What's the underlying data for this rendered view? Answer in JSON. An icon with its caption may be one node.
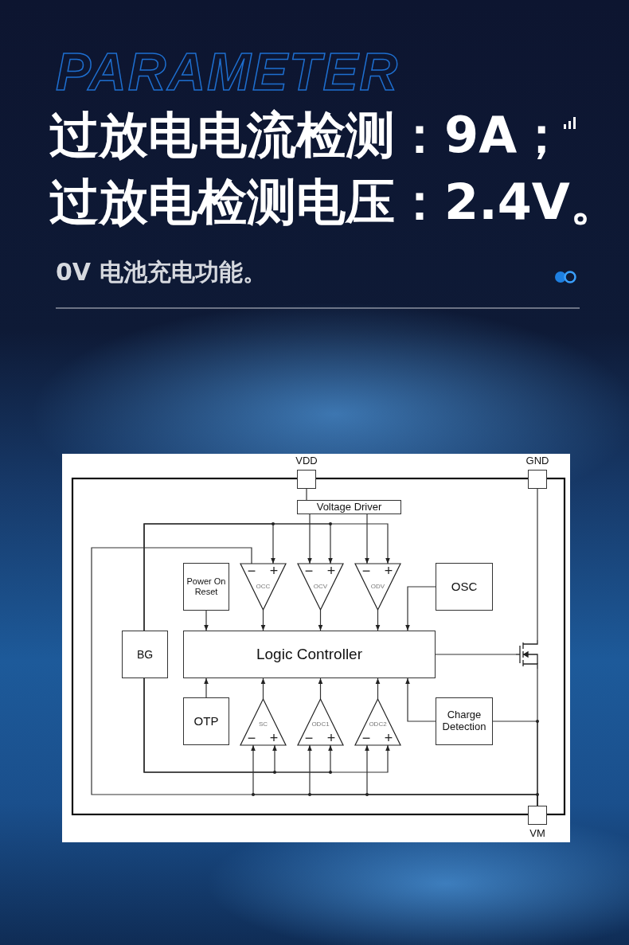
{
  "diagram": {
    "title": "过放电电流检测：9A；过放电检测电压：2.4V。",
    "nodes": [
      {
        "text": [],
        "shape": "box",
        "beside": [
          "VDD"
        ]
      },
      {
        "text": [],
        "shape": "box",
        "beside": [
          "GND"
        ]
      },
      {
        "text": [
          "Voltage Driver"
        ]
      },
      {
        "text": [
          "Power On Reset"
        ]
      },
      {
        "text": [
          "−",
          "+",
          "OCC"
        ]
      },
      {
        "text": [
          "−",
          "+",
          "OCV"
        ]
      },
      {
        "text": [
          "−",
          "+",
          "ODV"
        ]
      },
      {
        "text": [
          "OSC"
        ]
      },
      {
        "text": [
          "BG"
        ]
      },
      {
        "text": [
          "Logic Controller"
        ]
      },
      {
        "text": [],
        "shape": "picture"
      },
      {
        "text": [
          "OTP"
        ]
      },
      {
        "text": [
          "SC",
          "−",
          "+"
        ]
      },
      {
        "text": [
          "ODC1",
          "−",
          "+"
        ]
      },
      {
        "text": [
          "ODC2",
          "−",
          "+"
        ]
      },
      {
        "text": [
          "Charge Detection"
        ]
      },
      {
        "text": [],
        "shape": "box",
        "beside": [
          "VM"
        ]
      }
    ],
    "edges": [
      {
        "from": 0,
        "to": 2,
        "arrow": "none"
      },
      {
        "from": 2,
        "to": 5,
        "arrow": "to"
      },
      {
        "from": 2,
        "to": 6,
        "arrow": "to"
      },
      {
        "from": 8,
        "to": 4,
        "arrow": "to"
      },
      {
        "from": 8,
        "to": 5,
        "arrow": "to"
      },
      {
        "from": 8,
        "to": 6,
        "arrow": "to"
      },
      {
        "from": 16,
        "to": 4,
        "arrow": "none"
      },
      {
        "from": 16,
        "to": 12,
        "arrow": "to"
      },
      {
        "from": 16,
        "to": 13,
        "arrow": "to"
      },
      {
        "from": 16,
        "to": 14,
        "arrow": "to"
      },
      {
        "from": 8,
        "to": 12,
        "arrow": "to"
      },
      {
        "from": 8,
        "to": 13,
        "arrow": "to"
      },
      {
        "from": 8,
        "to": 14,
        "arrow": "to"
      },
      {
        "from": 3,
        "to": 9,
        "arrow": "to"
      },
      {
        "from": 4,
        "to": 9,
        "arrow": "to"
      },
      {
        "from": 5,
        "to": 9,
        "arrow": "to"
      },
      {
        "from": 6,
        "to": 9,
        "arrow": "to"
      },
      {
        "from": 7,
        "to": 9,
        "arrow": "to"
      },
      {
        "from": 11,
        "to": 9,
        "arrow": "to"
      },
      {
        "from": 12,
        "to": 9,
        "arrow": "to"
      },
      {
        "from": 13,
        "to": 9,
        "arrow": "to"
      },
      {
        "from": 14,
        "to": 9,
        "arrow": "to"
      },
      {
        "from": 15,
        "to": 9,
        "arrow": "to"
      },
      {
        "from": 9,
        "to": 10,
        "arrow": "none"
      },
      {
        "from": 1,
        "to": 10,
        "arrow": "none"
      },
      {
        "from": 10,
        "to": 16,
        "arrow": "none"
      },
      {
        "from": 15,
        "to": 16,
        "arrow": "none"
      }
    ],
    "labels": [
      "PARAMETER",
      "0V 电池充电功能。"
    ]
  }
}
